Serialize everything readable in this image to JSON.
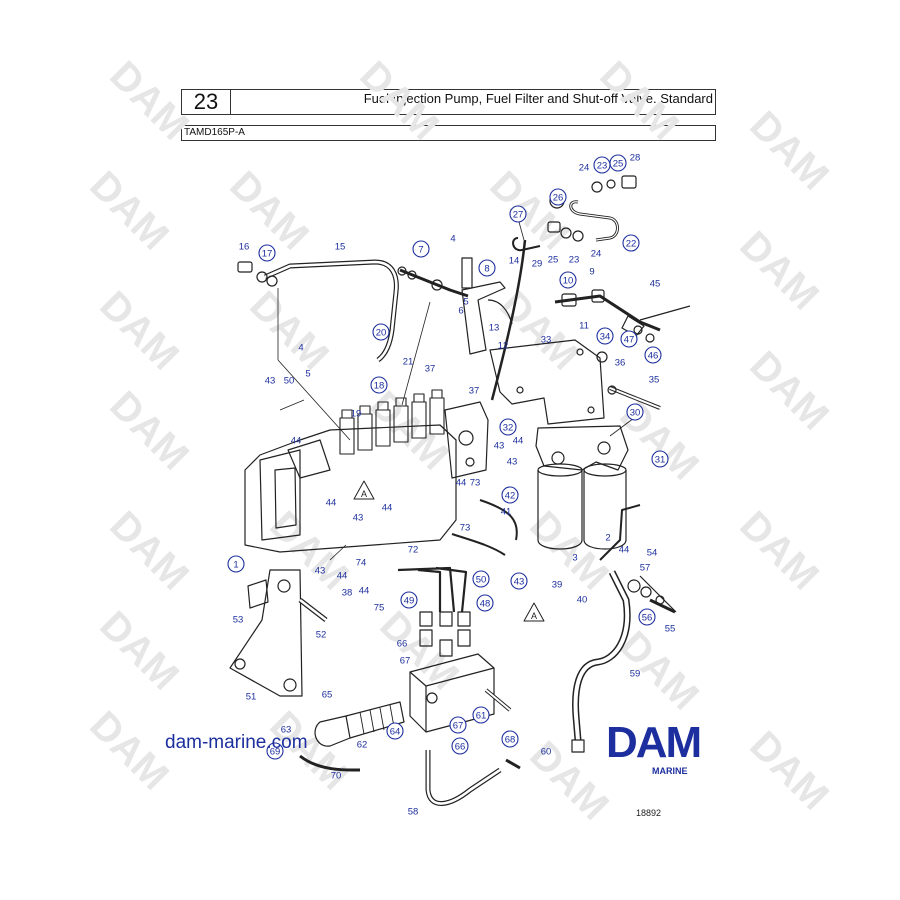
{
  "page_number": "23",
  "title": "Fuel Injection Pump, Fuel Filter and Shut-off Valve. Standard",
  "model": "TAMD165P-A",
  "website": "dam-marine.com",
  "logo": {
    "word": "DAM",
    "sub": "MARINE"
  },
  "drawing_number": "18892",
  "watermark": "DAM",
  "colors": {
    "callout": "#1d2f9e",
    "line": "#222222",
    "watermark": "#e6e6e6"
  },
  "callouts": [
    {
      "n": "24",
      "circled": false
    },
    {
      "n": "23",
      "circled": true
    },
    {
      "n": "25",
      "circled": true
    },
    {
      "n": "28",
      "circled": false
    },
    {
      "n": "26",
      "circled": true
    },
    {
      "n": "27",
      "circled": true
    },
    {
      "n": "29",
      "circled": false
    },
    {
      "n": "25",
      "circled": false
    },
    {
      "n": "23",
      "circled": false
    },
    {
      "n": "24",
      "circled": false
    },
    {
      "n": "22",
      "circled": true
    },
    {
      "n": "16",
      "circled": false
    },
    {
      "n": "17",
      "circled": true
    },
    {
      "n": "15",
      "circled": false
    },
    {
      "n": "7",
      "circled": true
    },
    {
      "n": "4",
      "circled": false
    },
    {
      "n": "8",
      "circled": true
    },
    {
      "n": "14",
      "circled": false
    },
    {
      "n": "5",
      "circled": false
    },
    {
      "n": "6",
      "circled": false
    },
    {
      "n": "13",
      "circled": false
    },
    {
      "n": "12",
      "circled": false
    },
    {
      "n": "10",
      "circled": true
    },
    {
      "n": "9",
      "circled": false
    },
    {
      "n": "45",
      "circled": false
    },
    {
      "n": "11",
      "circled": false
    },
    {
      "n": "34",
      "circled": true
    },
    {
      "n": "47",
      "circled": true
    },
    {
      "n": "46",
      "circled": true
    },
    {
      "n": "20",
      "circled": true
    },
    {
      "n": "4",
      "circled": false
    },
    {
      "n": "21",
      "circled": false
    },
    {
      "n": "37",
      "circled": false
    },
    {
      "n": "33",
      "circled": false
    },
    {
      "n": "36",
      "circled": false
    },
    {
      "n": "5",
      "circled": false
    },
    {
      "n": "18",
      "circled": true
    },
    {
      "n": "37",
      "circled": false
    },
    {
      "n": "35",
      "circled": false
    },
    {
      "n": "43",
      "circled": false
    },
    {
      "n": "50",
      "circled": false
    },
    {
      "n": "19",
      "circled": false
    },
    {
      "n": "44",
      "circled": false
    },
    {
      "n": "32",
      "circled": true
    },
    {
      "n": "30",
      "circled": true
    },
    {
      "n": "43",
      "circled": false
    },
    {
      "n": "44",
      "circled": false
    },
    {
      "n": "43",
      "circled": false
    },
    {
      "n": "31",
      "circled": true
    },
    {
      "n": "44",
      "circled": false
    },
    {
      "n": "73",
      "circled": false
    },
    {
      "n": "42",
      "circled": true
    },
    {
      "n": "41",
      "circled": false
    },
    {
      "n": "44",
      "circled": false
    },
    {
      "n": "44",
      "circled": false
    },
    {
      "n": "43",
      "circled": false
    },
    {
      "n": "73",
      "circled": false
    },
    {
      "n": "74",
      "circled": false
    },
    {
      "n": "72",
      "circled": false
    },
    {
      "n": "1",
      "circled": true
    },
    {
      "n": "43",
      "circled": false
    },
    {
      "n": "44",
      "circled": false
    },
    {
      "n": "38",
      "circled": false
    },
    {
      "n": "44",
      "circled": false
    },
    {
      "n": "75",
      "circled": false
    },
    {
      "n": "2",
      "circled": false
    },
    {
      "n": "44",
      "circled": false
    },
    {
      "n": "3",
      "circled": false
    },
    {
      "n": "54",
      "circled": false
    },
    {
      "n": "57",
      "circled": false
    },
    {
      "n": "43",
      "circled": true
    },
    {
      "n": "39",
      "circled": false
    },
    {
      "n": "40",
      "circled": false
    },
    {
      "n": "56",
      "circled": true
    },
    {
      "n": "55",
      "circled": false
    },
    {
      "n": "53",
      "circled": false
    },
    {
      "n": "52",
      "circled": false
    },
    {
      "n": "50",
      "circled": true
    },
    {
      "n": "49",
      "circled": true
    },
    {
      "n": "48",
      "circled": true
    },
    {
      "n": "66",
      "circled": false
    },
    {
      "n": "67",
      "circled": false
    },
    {
      "n": "59",
      "circled": false
    },
    {
      "n": "51",
      "circled": false
    },
    {
      "n": "65",
      "circled": false
    },
    {
      "n": "63",
      "circled": false
    },
    {
      "n": "64",
      "circled": true
    },
    {
      "n": "67",
      "circled": true
    },
    {
      "n": "61",
      "circled": true
    },
    {
      "n": "62",
      "circled": false
    },
    {
      "n": "68",
      "circled": true
    },
    {
      "n": "66",
      "circled": true
    },
    {
      "n": "69",
      "circled": true
    },
    {
      "n": "70",
      "circled": false
    },
    {
      "n": "60",
      "circled": false
    },
    {
      "n": "58",
      "circled": false
    },
    {
      "n": "A",
      "circled": false
    },
    {
      "n": "A",
      "circled": false
    }
  ]
}
